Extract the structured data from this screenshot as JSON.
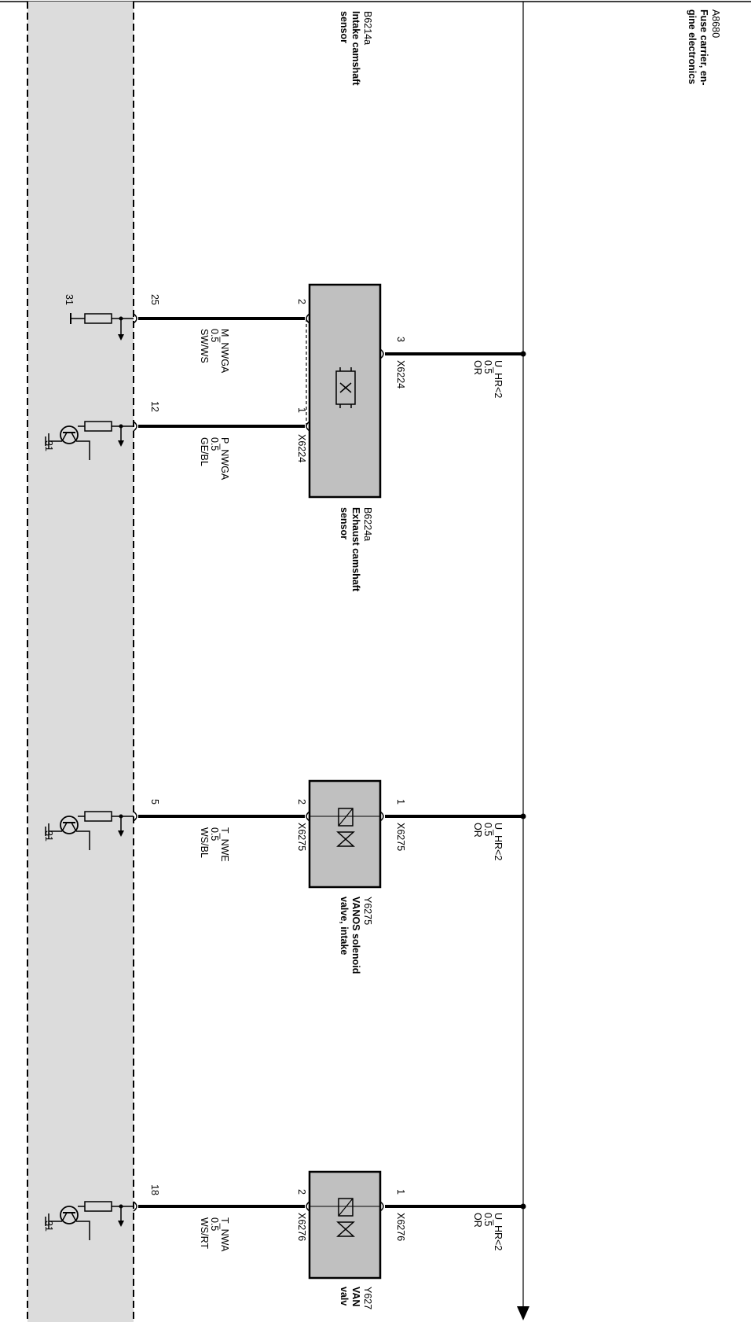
{
  "fuse_carrier": {
    "id": "A8680",
    "name_line1": "Fuse carrier, en-",
    "name_line2": "gine electronics"
  },
  "intake_sensor": {
    "id": "B6214a",
    "name_line1": "Intake camshaft",
    "name_line2": "sensor"
  },
  "exhaust_sensor": {
    "id": "B6224a",
    "name_line1": "Exhaust camshaft",
    "name_line2": "sensor",
    "connector": "X6224",
    "pin_supply": "3",
    "pin_minus": "2",
    "pin_signal": "1",
    "supply_wire": {
      "signal": "U_HR<2",
      "size": "0.5",
      "color": "OR"
    },
    "minus_wire": {
      "pin": "25",
      "signal": "M_NWGA",
      "size": "0.5",
      "color": "SW/WS"
    },
    "signal_wire": {
      "pin": "12",
      "signal": "P_NWGA",
      "size": "0.5",
      "color": "GE/BL"
    }
  },
  "intake_valve": {
    "id": "Y6275",
    "name_line1": "VANOS solenoid",
    "name_line2": "valve, intake",
    "connector": "X6275",
    "pin_supply": "1",
    "pin_control": "2",
    "supply_wire": {
      "signal": "U_HR<2",
      "size": "0.5",
      "color": "OR"
    },
    "control_wire": {
      "pin": "5",
      "signal": "T_NWE",
      "size": "0.5",
      "color": "WS/BL"
    }
  },
  "exhaust_valve": {
    "id": "Y627",
    "name_line1": "VAN",
    "name_line2": "valv",
    "connector": "X6276",
    "pin_supply": "1",
    "pin_control": "2",
    "supply_wire": {
      "signal": "U_HR<2",
      "size": "0.5",
      "color": "OR"
    },
    "control_wire": {
      "pin": "18",
      "signal": "T_NWA",
      "size": "0.5",
      "color": "WS/RT"
    }
  },
  "ground": {
    "label": "31"
  },
  "colors": {
    "ecu_fill": "#dcdcdc",
    "component_fill": "#c0c0c0",
    "line": "#000000"
  }
}
